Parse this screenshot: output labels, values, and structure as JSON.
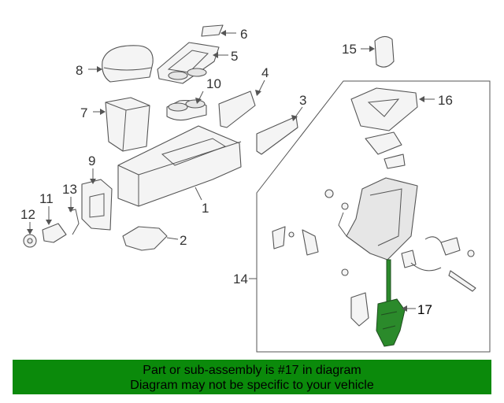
{
  "callouts": [
    {
      "id": "1",
      "label": "1"
    },
    {
      "id": "2",
      "label": "2"
    },
    {
      "id": "3",
      "label": "3"
    },
    {
      "id": "4",
      "label": "4"
    },
    {
      "id": "5",
      "label": "5"
    },
    {
      "id": "6",
      "label": "6"
    },
    {
      "id": "7",
      "label": "7"
    },
    {
      "id": "8",
      "label": "8"
    },
    {
      "id": "9",
      "label": "9"
    },
    {
      "id": "10",
      "label": "10"
    },
    {
      "id": "11",
      "label": "11"
    },
    {
      "id": "12",
      "label": "12"
    },
    {
      "id": "13",
      "label": "13"
    },
    {
      "id": "14",
      "label": "14"
    },
    {
      "id": "15",
      "label": "15"
    },
    {
      "id": "16",
      "label": "16"
    },
    {
      "id": "17",
      "label": "17"
    }
  ],
  "highlight": {
    "part": "17",
    "color": "#2b8a2b"
  },
  "banner": {
    "line1": "Part or sub-assembly is #17 in diagram",
    "line2": "Diagram may not be specific to your vehicle",
    "background": "#0b8a0b"
  }
}
